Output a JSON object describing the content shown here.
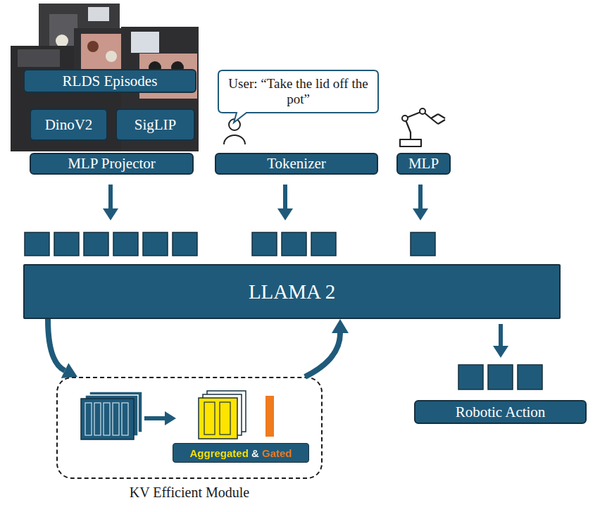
{
  "diagram": {
    "nodes": [
      {
        "text": [
          "RLDS Episodes"
        ]
      },
      {
        "text": [
          "DinoV2"
        ]
      },
      {
        "text": [
          "SigLIP"
        ]
      },
      {
        "text": [
          "MLP Projector"
        ]
      },
      {
        "text": [
          "User: “Take the lid off the pot”"
        ]
      },
      {
        "text": [
          "Tokenizer"
        ]
      },
      {
        "text": [
          "MLP"
        ]
      },
      {
        "text": [
          "LLAMA 2"
        ]
      },
      {
        "text": [
          "KV Efficient Module"
        ]
      },
      {
        "text": [
          "Aggregated & Gated"
        ],
        "in": 8
      },
      {
        "text": [
          "Robotic Action"
        ]
      }
    ],
    "edges": [
      {
        "from": 7,
        "to": 8,
        "arrow": "to"
      },
      {
        "from": 8,
        "to": 7,
        "arrow": "to"
      }
    ]
  }
}
